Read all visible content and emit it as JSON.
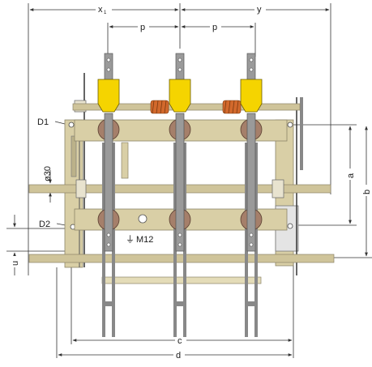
{
  "diagram": {
    "dimension_labels": {
      "x1": "x",
      "x1_subscript": "1",
      "y": "y",
      "p_left": "p",
      "p_right": "p",
      "d1": "D1",
      "d2": "D2",
      "phi30": "ø30",
      "a": "a",
      "b": "b",
      "u": "u",
      "c": "c",
      "d": "d",
      "m12": "M12"
    },
    "symbols": {
      "ground": "⏚"
    },
    "colors": {
      "frame": "#d9cfa6",
      "frame_edge": "#8c8468",
      "rod": "#cfc49a",
      "insulator": "#f5d400",
      "insulator_edge": "#6b5c00",
      "contact": "#9a9a9a",
      "disc": "#a57f6a",
      "spring": "#d2692c",
      "dim_line": "#333333"
    }
  }
}
